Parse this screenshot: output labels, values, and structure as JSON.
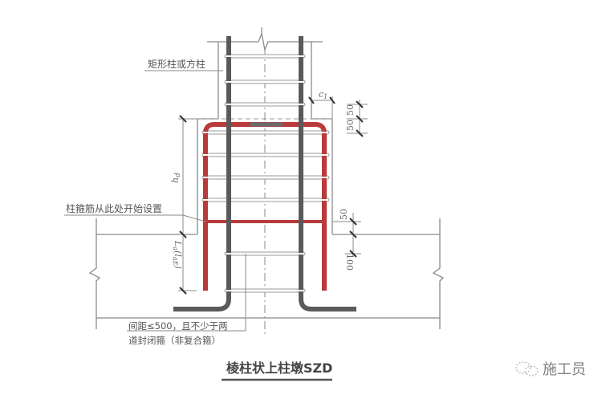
{
  "diagram": {
    "title": "棱柱状上柱墩SZD",
    "labels": {
      "column_type": "矩形柱或方柱",
      "stirrup_start": "柱箍筋从此处开始设置",
      "spacing_note_line1": "间距≤500，且不少于两",
      "spacing_note_line2": "道封闭箍（非复合箍）"
    },
    "dimensions": {
      "cover": "c1",
      "top_spacing_1": "50",
      "top_spacing_2": "50",
      "pedestal_height": "hd",
      "lower_spacing_50": "50",
      "lower_spacing_100": "100",
      "anchorage": "La (LaE)"
    },
    "colors": {
      "pedestal_rebar": "#b83a3a",
      "column_rebar": "#555555",
      "outline": "#888888",
      "text": "#555555"
    }
  },
  "watermark": {
    "icon": "wechat-icon",
    "text": "施工员"
  }
}
